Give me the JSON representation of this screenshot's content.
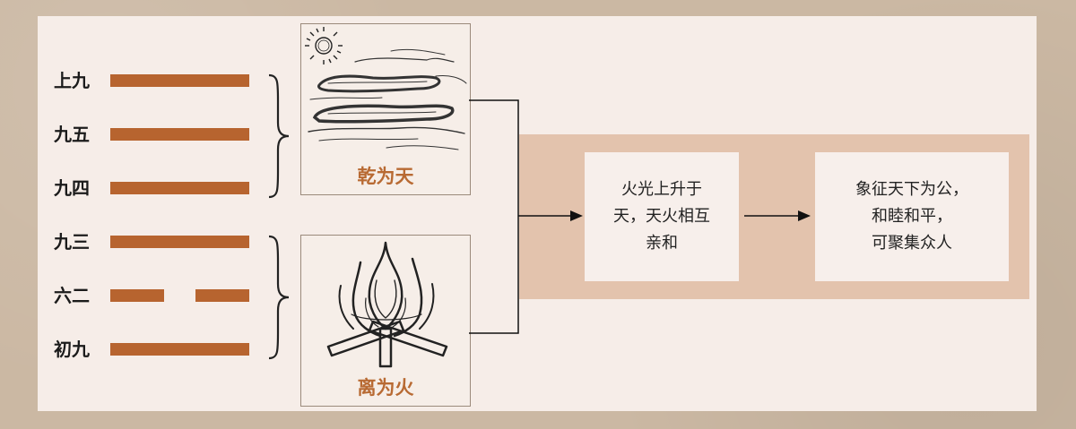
{
  "hexagram": {
    "lines": [
      {
        "label": "上九",
        "type": "solid"
      },
      {
        "label": "九五",
        "type": "solid"
      },
      {
        "label": "九四",
        "type": "solid"
      },
      {
        "label": "九三",
        "type": "solid"
      },
      {
        "label": "六二",
        "type": "broken"
      },
      {
        "label": "初九",
        "type": "solid"
      }
    ],
    "upper_trigram": {
      "caption": "乾为天",
      "icon": "sun-clouds-icon"
    },
    "lower_trigram": {
      "caption": "离为火",
      "icon": "fire-icon"
    }
  },
  "flow": {
    "box1": {
      "line1": "火光上升于",
      "line2": "天，天火相互",
      "line3": "亲和"
    },
    "box2": {
      "line1": "象征天下为公，",
      "line2": "和睦和平，",
      "line3": "可聚集众人"
    }
  },
  "colors": {
    "yao": "#b7642f",
    "caption": "#b86a33",
    "band": "#e3c3ad",
    "panel": "#f6ede8"
  }
}
